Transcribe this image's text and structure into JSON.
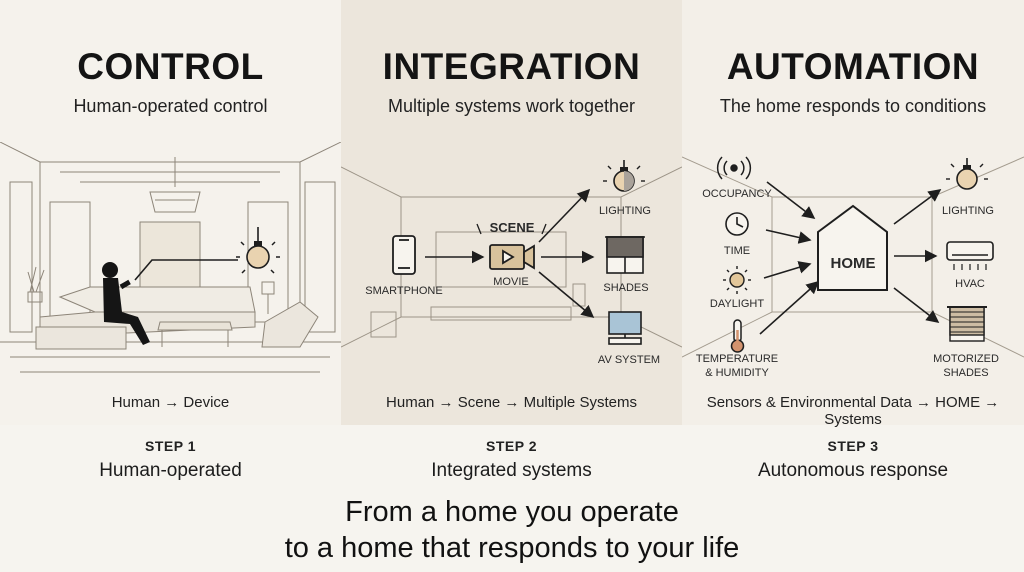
{
  "panels": [
    {
      "title": "CONTROL",
      "subtitle": "Human-operated control",
      "flow": "Human → Device"
    },
    {
      "title": "INTEGRATION",
      "subtitle": "Multiple systems work together",
      "flow": "Human → Scene → Multiple Systems",
      "nodes": {
        "smartphone": "SMARTPHONE",
        "scene": "SCENE",
        "movie": "MOVIE",
        "lighting": "LIGHTING",
        "shades": "SHADES",
        "av_system": "AV SYSTEM"
      }
    },
    {
      "title": "AUTOMATION",
      "subtitle": "The home responds to conditions",
      "flow": "Sensors & Environmental Data → HOME → Systems",
      "nodes": {
        "occupancy": "OCCUPANCY",
        "time": "TIME",
        "daylight": "DAYLIGHT",
        "temperature_line1": "TEMPERATURE",
        "temperature_line2": "& HUMIDITY",
        "home": "HOME",
        "lighting": "LIGHTING",
        "hvac": "HVAC",
        "motorized_line1": "MOTORIZED",
        "motorized_line2": "SHADES"
      }
    }
  ],
  "steps": [
    {
      "label": "STEP 1",
      "desc": "Human-operated"
    },
    {
      "label": "STEP 2",
      "desc": "Integrated systems"
    },
    {
      "label": "STEP 3",
      "desc": "Autonomous response"
    }
  ],
  "tagline": {
    "line1": "From a home you operate",
    "line2": "to a home that responds to your life"
  },
  "colors": {
    "accent_fill": "#ddc9a8",
    "line": "#2b2b2b",
    "sketch": "#8d8579"
  }
}
